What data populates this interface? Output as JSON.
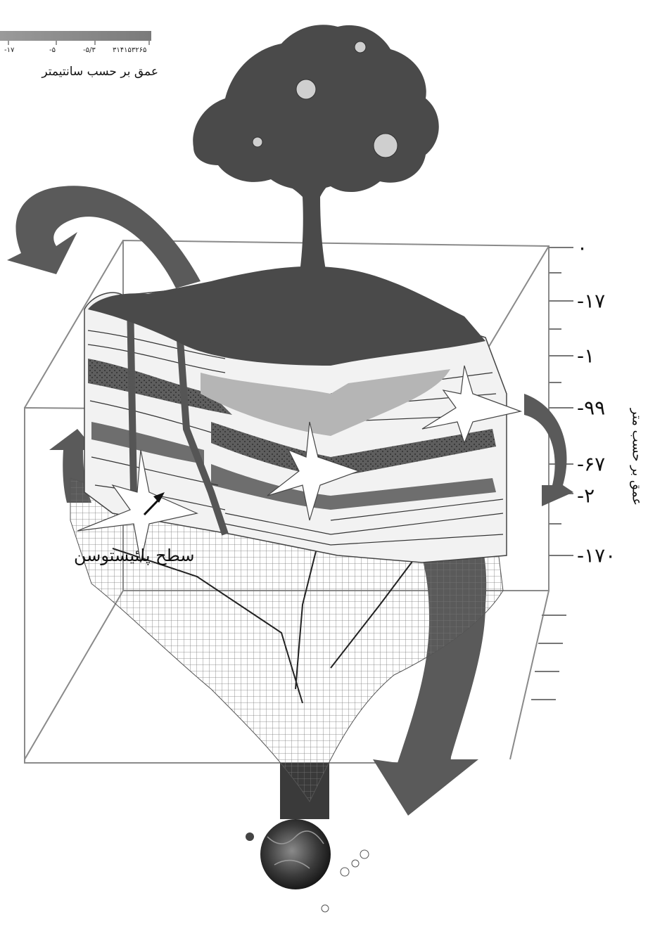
{
  "legend": {
    "title": "عمق بر حسب سانتیمتر",
    "ticks": [
      "-۱۷",
      "-۵",
      "-۵/۳",
      "۳۱۴۱۵۳۲۶۵"
    ]
  },
  "depth_axis": {
    "title": "عمق بر حسب متر",
    "ticks": [
      "۰",
      "-۱۷",
      "-۱",
      "-۹۹",
      "-۶۷",
      "-۲",
      "-۱۷۰"
    ]
  },
  "labels": {
    "pleistocene_surface": "سطح پلئیستوسن"
  },
  "colors": {
    "arrow": "#5a5a5a",
    "topsoil": "#4a4a4a",
    "layer_light": "#f2f2f2",
    "layer_dark": "#6e6e6e",
    "frame": "#8a8a8a"
  },
  "icons": [
    "tree-icon",
    "apple-icon",
    "core-sphere-icon",
    "starburst-icon",
    "arrow-icon"
  ]
}
